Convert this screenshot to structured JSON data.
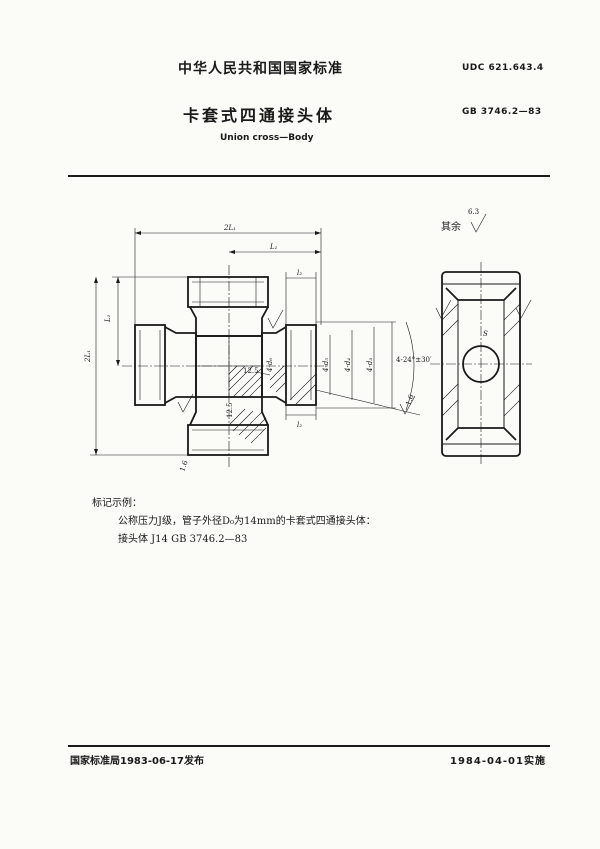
{
  "header": {
    "standard_title": "中华人民共和国国家标准",
    "udc": "UDC  621.643.4",
    "doc_title": "卡套式四通接头体",
    "gb_code": "GB  3746.2—83",
    "english_title": "Union cross—Body"
  },
  "drawing": {
    "dim_2L1_top": "2L₁",
    "dim_L1_top": "L₁",
    "dim_L1_left": "L₁",
    "dim_2L1_left": "2L₁",
    "dim_l2_top": "l₂",
    "dim_l2_bottom": "l₂",
    "dim_12_5_a": "12.5",
    "dim_12_5_b": "12.5",
    "dim_4d6": "4-d₆",
    "dim_4d5": "4-d₅",
    "dim_4d4": "4-d₄",
    "dim_4d3": "4-d₃",
    "dim_angle": "4-24°±30′",
    "roughness_1_6_a": "1.6",
    "roughness_1_6_b": "1.6",
    "roughness_other_label": "其余",
    "roughness_other_value": "6.3",
    "dim_S": "S"
  },
  "example": {
    "heading": "标记示例：",
    "line1": "公称压力J级，管子外径D₀为14mm的卡套式四通接头体：",
    "line2": "接头体   J14   GB   3746.2—83"
  },
  "footer": {
    "issued": "国家标准局1983-06-17发布",
    "effective": "1984-04-01实施"
  }
}
